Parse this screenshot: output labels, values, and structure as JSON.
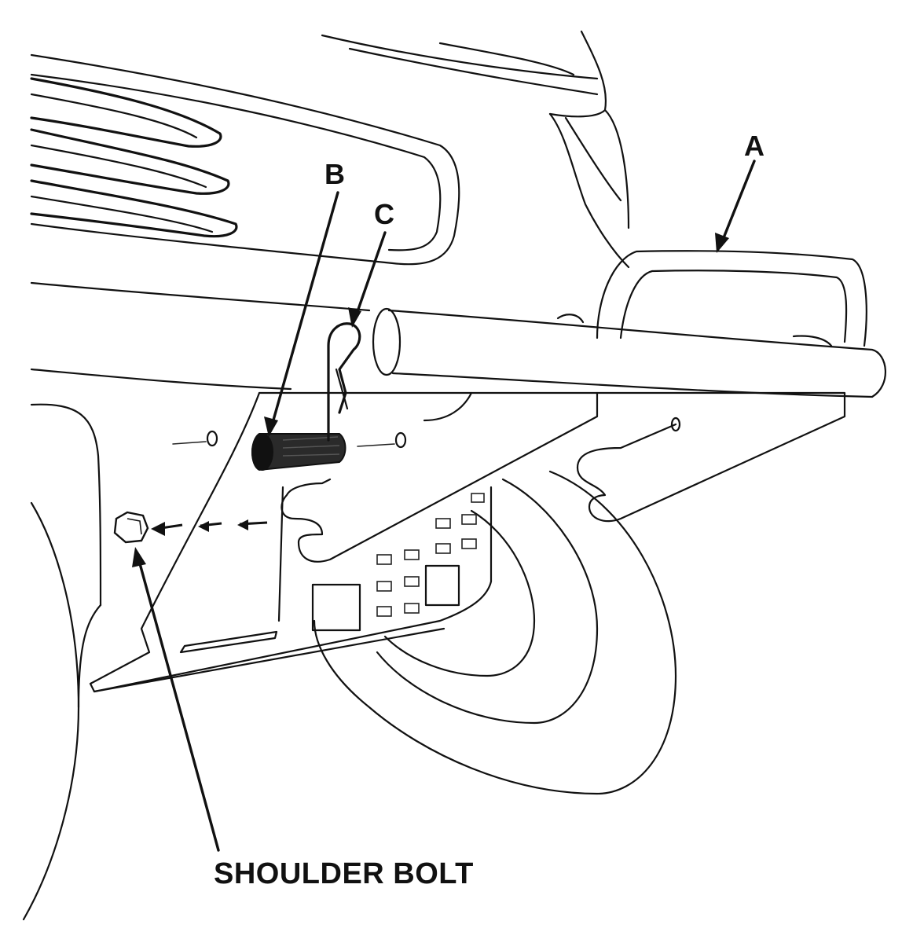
{
  "labels": {
    "a": "A",
    "b": "B",
    "c": "C",
    "shoulder_bolt": "SHOULDER BOLT"
  },
  "colors": {
    "ink": "#111111",
    "paper": "#ffffff"
  }
}
